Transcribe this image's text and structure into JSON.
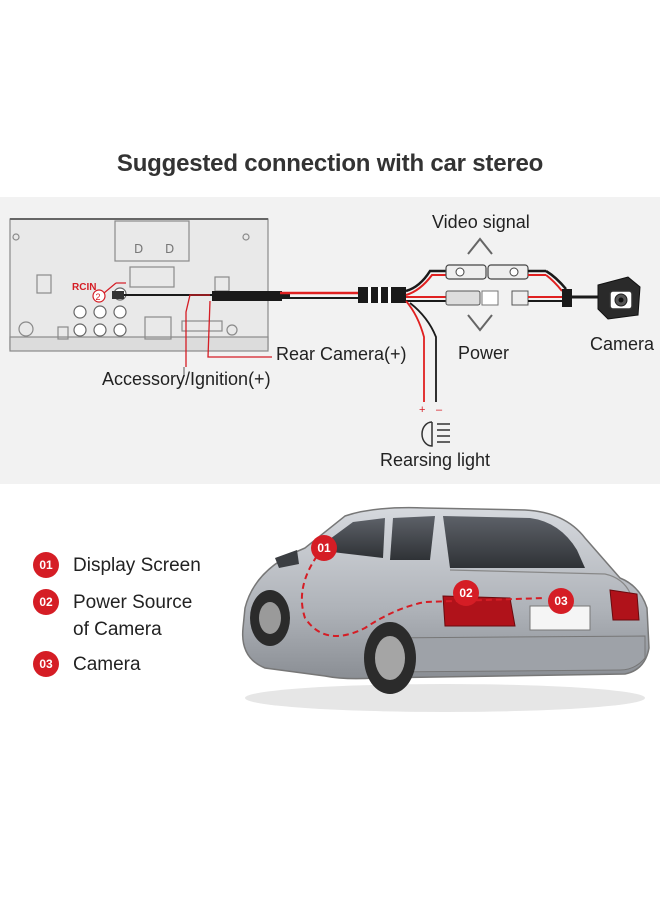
{
  "title": "Suggested connection with car stereo",
  "wiring": {
    "head_unit_port_label": "RCIN",
    "head_unit_port_number": "2",
    "video_signal": "Video signal",
    "power": "Power",
    "camera": "Camera",
    "rear_camera_power": "Rear Camera(+)",
    "accessory_ignition": "Accessory/Ignition(+)",
    "reversing_light": "Rearsing light",
    "plus": "+",
    "minus": "–"
  },
  "legend": [
    {
      "number": "01",
      "text": "Display Screen"
    },
    {
      "number": "02",
      "text": "Power Source of Camera"
    },
    {
      "number": "03",
      "text": "Camera"
    }
  ],
  "colors": {
    "accent": "#d51d25",
    "wire_red": "#e02020",
    "wire_black": "#1a1a1a",
    "diagram_bg": "#f2f2f2",
    "car_body": "#b9bdc3"
  }
}
